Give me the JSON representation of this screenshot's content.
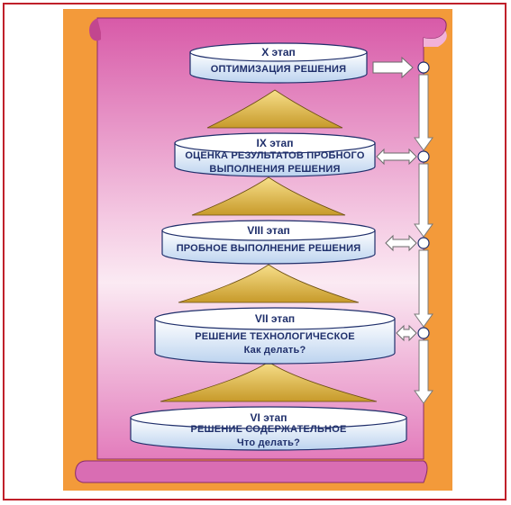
{
  "stages": [
    {
      "title": "X этап",
      "lines": [
        "ОПТИМИЗАЦИЯ РЕШЕНИЯ"
      ]
    },
    {
      "title": "IX этап",
      "lines": [
        "ОЦЕНКА РЕЗУЛЬТАТОВ ПРОБНОГО",
        "ВЫПОЛНЕНИЯ РЕШЕНИЯ"
      ]
    },
    {
      "title": "VIII этап",
      "lines": [
        "ПРОБНОЕ ВЫПОЛНЕНИЕ РЕШЕНИЯ"
      ]
    },
    {
      "title": "VII этап",
      "lines": [
        "РЕШЕНИЕ ТЕХНОЛОГИЧЕСКОЕ",
        "Как делать?"
      ]
    },
    {
      "title": "VI этап",
      "lines": [
        "РЕШЕНИЕ СОДЕРЖАТЕЛЬНОЕ",
        "Что делать?"
      ]
    }
  ],
  "colors": {
    "frame": "#c0202a",
    "background": "#f39a3a",
    "scroll_pink": "#e070b8",
    "scroll_light": "#fbe7f2",
    "disc_top": "#ffffff",
    "disc_side": "#cfe0f5",
    "disc_outline": "#1f2f6b",
    "text": "#1f2f6b",
    "cone_gold": "#d9b13a",
    "arrow": "#ffffff"
  },
  "icons": {
    "connector": "circle-node-icon",
    "flow": "down-arrow-icon",
    "link": "double-arrow-icon"
  }
}
